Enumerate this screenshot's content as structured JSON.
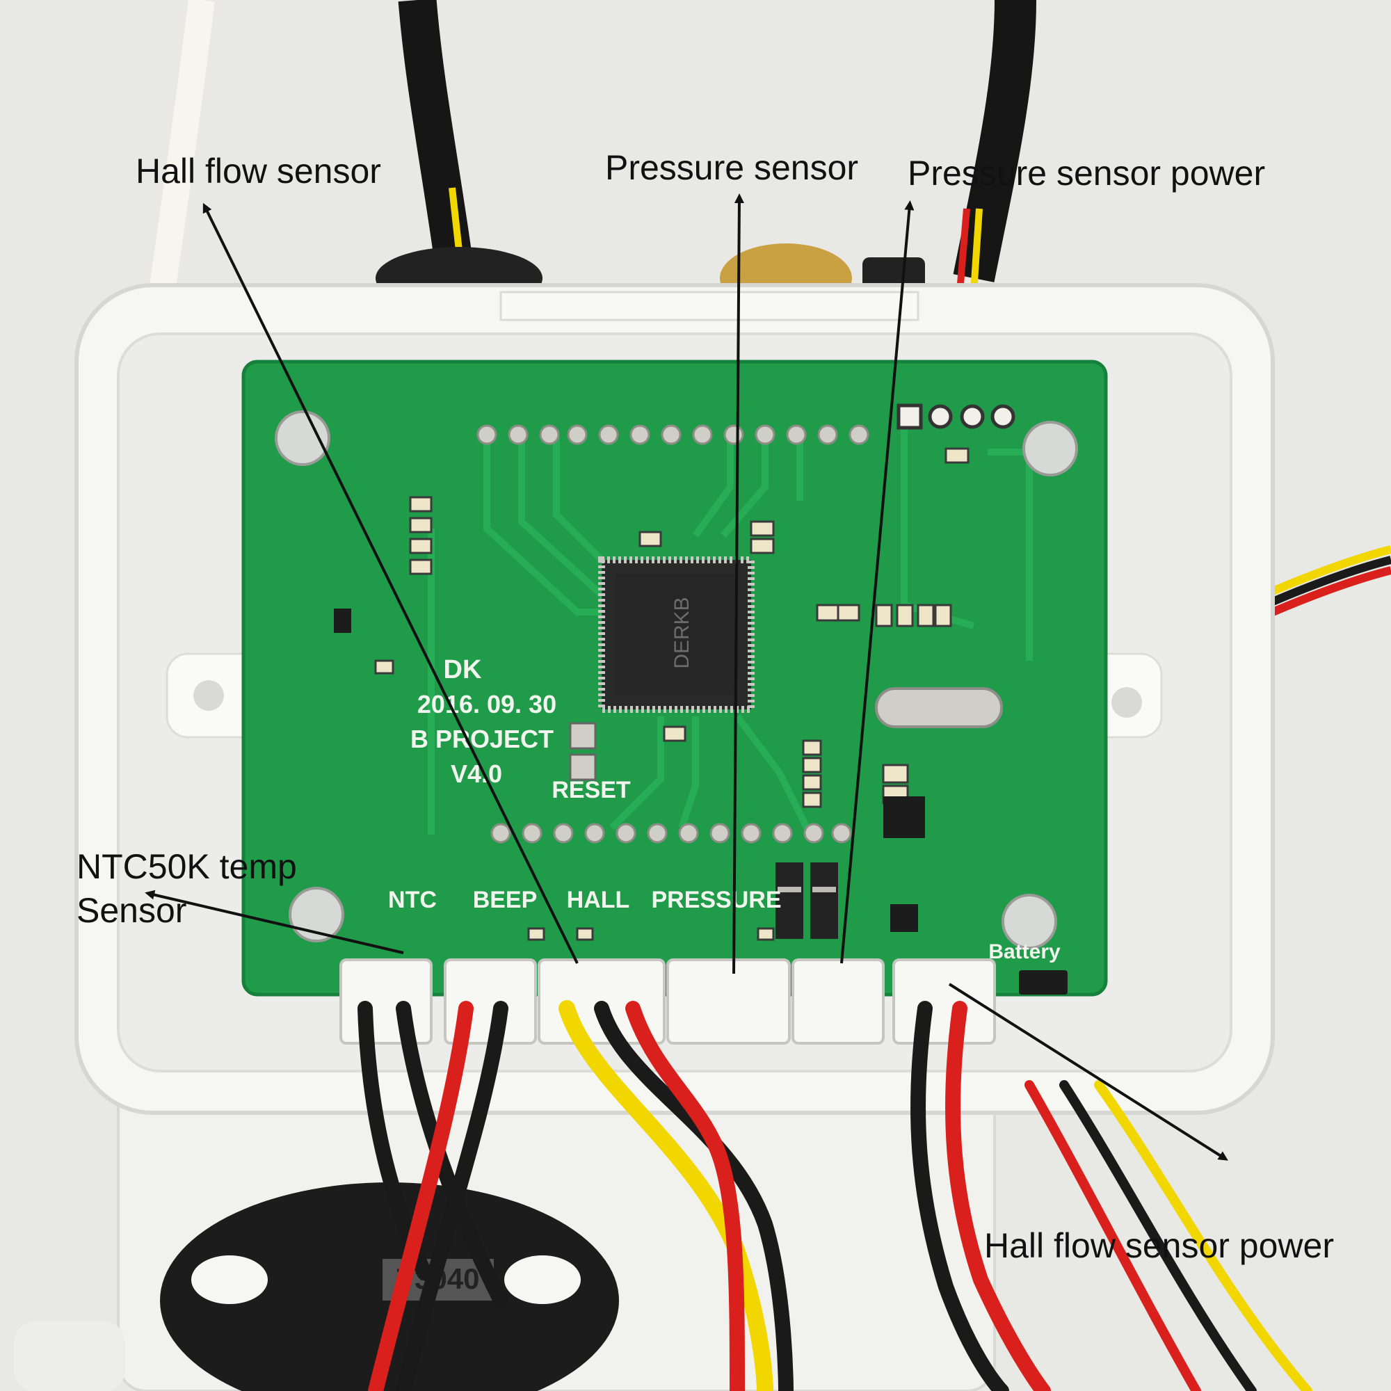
{
  "annotations": {
    "hall_flow_sensor": "Hall flow sensor",
    "pressure_sensor": "Pressure sensor",
    "pressure_sensor_power": "Pressure sensor power",
    "ntc_temp_sensor": "NTC50K temp\nSensor",
    "hall_flow_sensor_power": "Hall flow sensor power"
  },
  "board": {
    "brand": "DK",
    "date": "2016. 09. 30",
    "project": "B PROJECT",
    "version": "V4.0",
    "reset_label": "RESET",
    "chip_marking": "DERKB",
    "battery_label": "Battery",
    "connector_labels": [
      "NTC",
      "BEEP",
      "HALL",
      "PRESSURE"
    ]
  },
  "buzzer_marking": "T3040",
  "colors": {
    "pcb": "#1f9b4a",
    "enclosure": "#f4f4f1",
    "wire_red": "#d9201c",
    "wire_black": "#1a1a1a",
    "wire_yellow": "#f2d600",
    "brass": "#c9a042"
  }
}
